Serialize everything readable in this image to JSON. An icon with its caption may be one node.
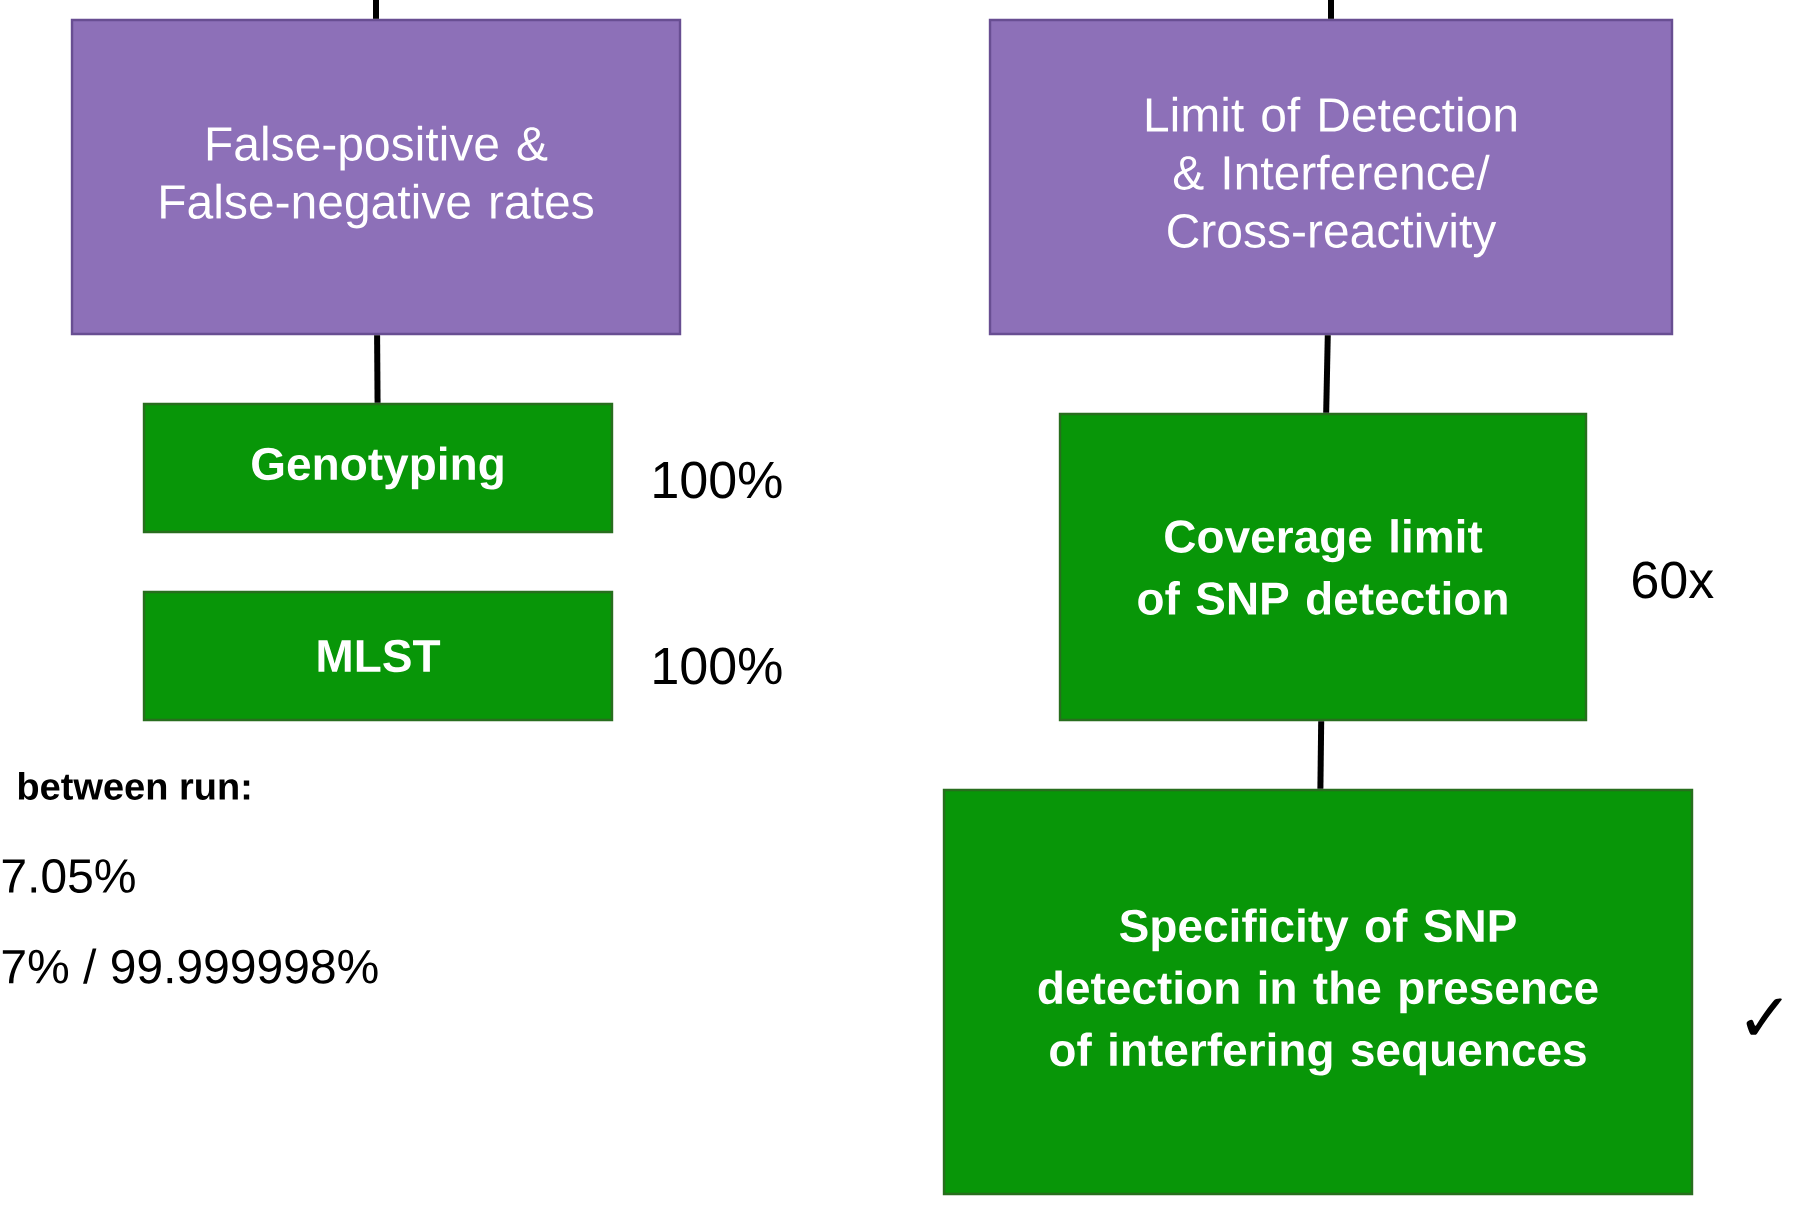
{
  "diagram": {
    "nodes": [
      {
        "text": [
          "False-positive & False-negative rates"
        ]
      },
      {
        "text": [
          "Limit of Detection & Interference/ Cross-reactivity"
        ]
      },
      {
        "text": [
          "Genotyping"
        ],
        "beside": [
          "100%"
        ]
      },
      {
        "text": [
          "MLST"
        ],
        "beside": [
          "100%"
        ]
      },
      {
        "text": [
          "Coverage limit of SNP detection"
        ],
        "beside": [
          "60x"
        ]
      },
      {
        "text": [
          "Specificity of SNP detection in the presence of interfering sequences"
        ],
        "beside": [
          "✓"
        ]
      }
    ],
    "edges": [
      {
        "from": null,
        "to": 0,
        "arrow": "none"
      },
      {
        "from": null,
        "to": 1,
        "arrow": "none"
      },
      {
        "from": 0,
        "to": 2,
        "arrow": "none"
      },
      {
        "from": 1,
        "to": 4,
        "arrow": "none"
      },
      {
        "from": 4,
        "to": 5,
        "arrow": "none"
      }
    ],
    "labels": [
      "between run:",
      "7.05%",
      "7% / 99.999998%"
    ]
  }
}
